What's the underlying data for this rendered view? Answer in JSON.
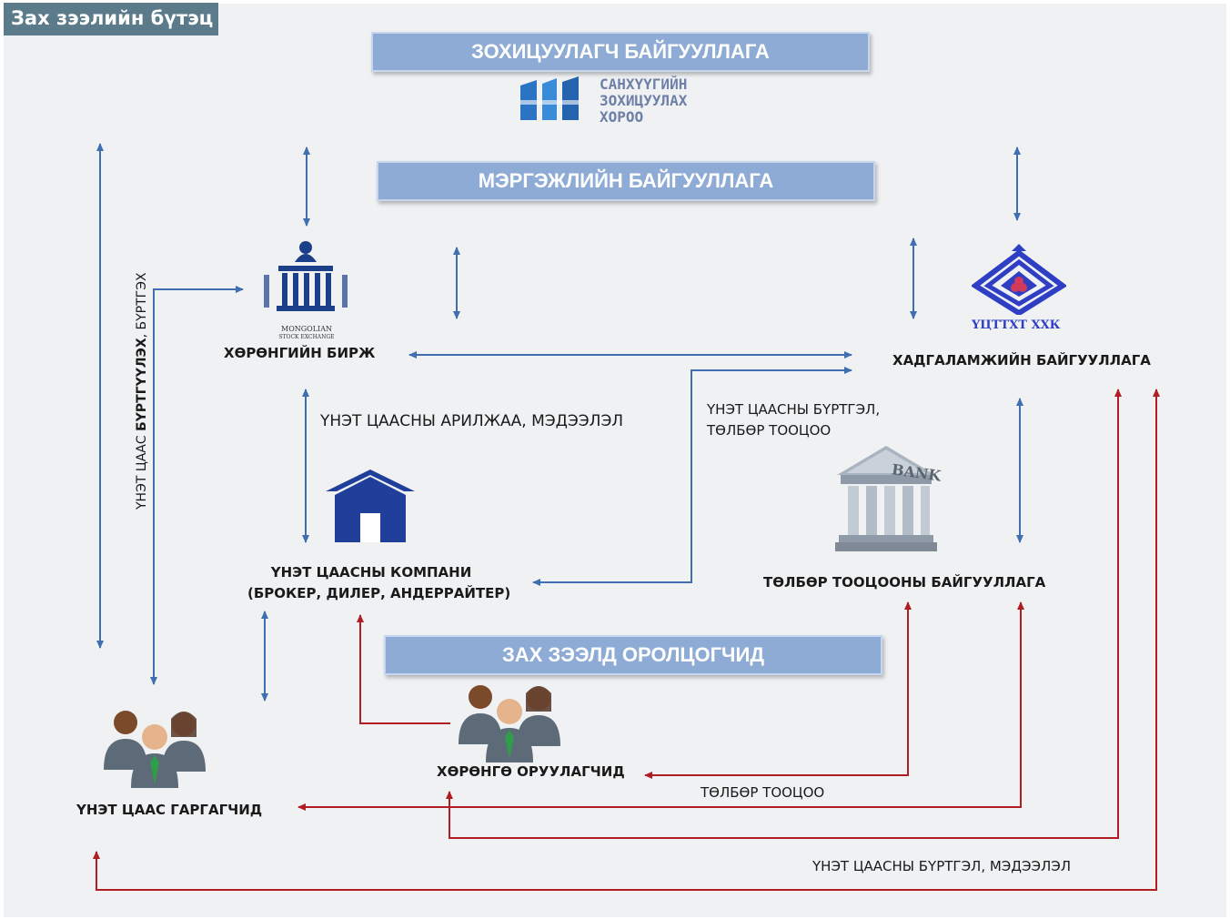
{
  "page_title": "Зах зээлийн бүтэц",
  "banners": {
    "regulator": "ЗОХИЦУУЛАГЧ БАЙГУУЛЛАГА",
    "professional": "МЭРГЭЖЛИЙН БАЙГУУЛЛАГА",
    "participants": "ЗАХ ЗЭЭЛД ОРОЛЦОГЧИД"
  },
  "regulator_logo": {
    "line1": "САНХҮҮГИЙН",
    "line2": "ЗОХИЦУУЛАХ",
    "line3": "ХОРОО"
  },
  "exchange_logo_caption": {
    "line1": "MONGOLIAN",
    "line2": "STOCK EXCHANGE"
  },
  "depository_logo_caption": "ҮЦТТХТ ХХК",
  "bank_sign": "BANK",
  "nodes": {
    "stock_exchange": "ХӨРӨНГИЙН БИРЖ",
    "depository": "ХАДГАЛАМЖИЙН БАЙГУУЛЛАГА",
    "securities_company_line1": "ҮНЭТ ЦААСНЫ КОМПАНИ",
    "securities_company_line2": "(БРОКЕР, ДИЛЕР, АНДЕРРАЙТЕР)",
    "settlement_org": "ТӨЛБӨР ТООЦООНЫ БАЙГУУЛЛАГА",
    "investors": "ХӨРӨНГӨ ОРУУЛАГЧИД",
    "issuers": "ҮНЭТ ЦААС ГАРГАГЧИД"
  },
  "edge_labels": {
    "trading_info": "ҮНЭТ ЦААСНЫ АРИЛЖАА, МЭДЭЭЛЭЛ",
    "registration_payment_line1": "ҮНЭТ ЦААСНЫ БҮРТГЭЛ,",
    "registration_payment_line2": "ТӨЛБӨР ТООЦОО",
    "payment": "ТӨЛБӨР ТООЦОО",
    "registration_info": "ҮНЭТ ЦААСНЫ БҮРТГЭЛ, МЭДЭЭЛЭЛ",
    "vertical_prefix": "ҮНЭТ ЦААС ",
    "vertical_bold": "БҮРТГҮҮЛЭХ",
    "vertical_suffix": ", БҮРТГЭХ"
  },
  "colors": {
    "banner": "#8eabd5",
    "blue_arrow": "#3f6fb0",
    "red_arrow": "#b01e23",
    "title_tag": "#5b7a8a"
  }
}
